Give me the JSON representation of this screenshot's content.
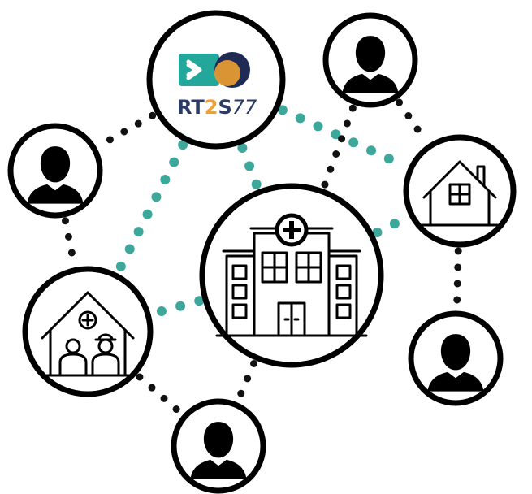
{
  "logo": {
    "text_a": "RT",
    "text_b": "2",
    "text_c": "S",
    "text_d": "77"
  },
  "colors": {
    "link_teal": "#3ea79c",
    "link_dark": "#111111",
    "logo_teal": "#23a79b",
    "logo_orange": "#f0a030",
    "logo_navy": "#1f2a55",
    "logo_text": "#2b3a67"
  },
  "nodes": [
    {
      "id": "logo",
      "icon": "rt2s-logo"
    },
    {
      "id": "person-top-right",
      "icon": "person-icon"
    },
    {
      "id": "person-left",
      "icon": "person-icon"
    },
    {
      "id": "house",
      "icon": "house-icon"
    },
    {
      "id": "hospital",
      "icon": "hospital-icon"
    },
    {
      "id": "nursing-home",
      "icon": "nursing-home-icon"
    },
    {
      "id": "person-right",
      "icon": "person-icon"
    },
    {
      "id": "person-bottom",
      "icon": "person-icon"
    }
  ],
  "links": [
    {
      "from": "logo",
      "to": "person-left",
      "style": "dark"
    },
    {
      "from": "logo",
      "to": "hospital",
      "style": "teal"
    },
    {
      "from": "logo",
      "to": "house",
      "style": "teal"
    },
    {
      "from": "logo",
      "to": "nursing-home",
      "style": "teal"
    },
    {
      "from": "person-top-right",
      "to": "house",
      "style": "dark"
    },
    {
      "from": "person-top-right",
      "to": "hospital",
      "style": "dark"
    },
    {
      "from": "person-left",
      "to": "nursing-home",
      "style": "dark"
    },
    {
      "from": "hospital",
      "to": "house",
      "style": "teal"
    },
    {
      "from": "hospital",
      "to": "nursing-home",
      "style": "teal"
    },
    {
      "from": "hospital",
      "to": "person-bottom",
      "style": "dark"
    },
    {
      "from": "nursing-home",
      "to": "person-bottom",
      "style": "dark"
    },
    {
      "from": "house",
      "to": "person-right",
      "style": "dark"
    }
  ]
}
